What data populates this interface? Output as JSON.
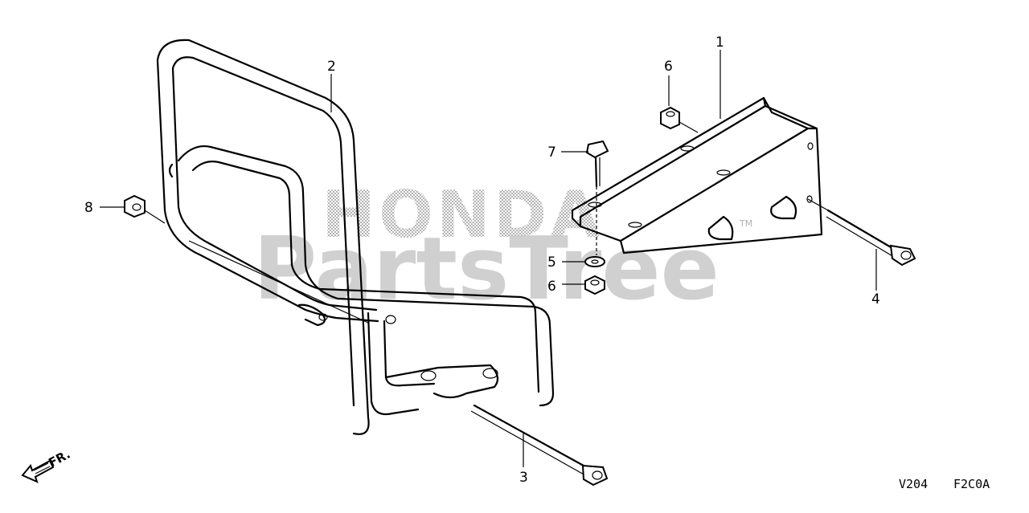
{
  "diagram": {
    "callouts": [
      {
        "id": "1",
        "label": "1"
      },
      {
        "id": "2",
        "label": "2"
      },
      {
        "id": "3",
        "label": "3"
      },
      {
        "id": "4",
        "label": "4"
      },
      {
        "id": "5",
        "label": "5"
      },
      {
        "id": "6a",
        "label": "6"
      },
      {
        "id": "6b",
        "label": "6"
      },
      {
        "id": "7",
        "label": "7"
      },
      {
        "id": "8",
        "label": "8"
      }
    ],
    "direction_label": "FR.",
    "version_code": "V204",
    "figure_code": "F2C0A"
  },
  "watermark": {
    "brand": "HONDA",
    "name": "PartsTree",
    "tm": "TM"
  }
}
